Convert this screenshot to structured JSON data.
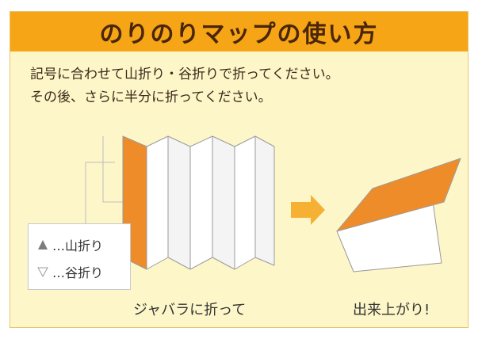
{
  "title": "のりのりマップの使い方",
  "instruction_lines": "記号に合わせて山折り・谷折りで折ってください。\nその後、さらに半分に折ってください。",
  "legend": {
    "mountain_label": "…山折り",
    "valley_label": "…谷折り"
  },
  "captions": {
    "accordion": "ジャバラに折って",
    "done": "出来上がり!"
  },
  "colors": {
    "title_bar": "#f5a516",
    "background": "#fdf6c8",
    "accent_orange": "#ef8c2a",
    "arrow": "#f6b135"
  }
}
